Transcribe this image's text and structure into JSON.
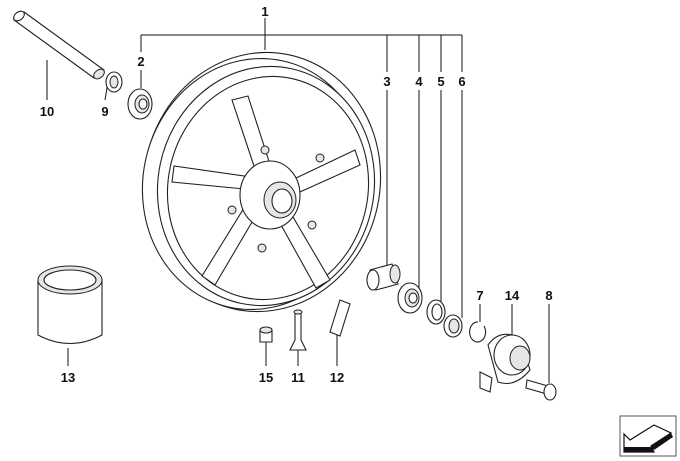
{
  "diagram": {
    "callouts": [
      {
        "id": "1"
      },
      {
        "id": "2"
      },
      {
        "id": "3"
      },
      {
        "id": "4"
      },
      {
        "id": "5"
      },
      {
        "id": "6"
      },
      {
        "id": "7"
      },
      {
        "id": "8"
      },
      {
        "id": "9"
      },
      {
        "id": "10"
      },
      {
        "id": "11"
      },
      {
        "id": "12"
      },
      {
        "id": "13"
      },
      {
        "id": "14"
      },
      {
        "id": "15"
      }
    ],
    "nav_icon": "back-arrow-icon"
  }
}
